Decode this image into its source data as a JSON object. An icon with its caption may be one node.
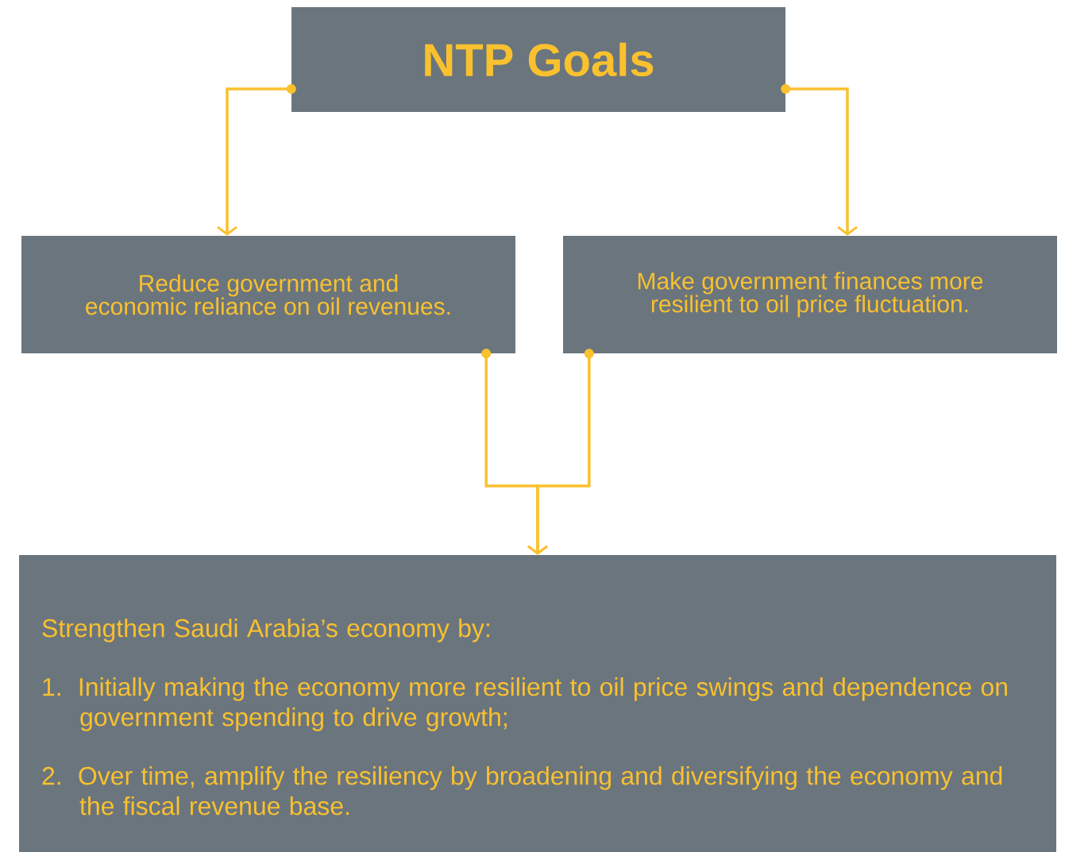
{
  "diagram": {
    "nodes": [
      {
        "text": [
          "NTP Goals"
        ]
      },
      {
        "text": [
          "Reduce government and economic reliance on oil revenues."
        ]
      },
      {
        "text": [
          "Make government finances more resilient to oil price fluctuation."
        ]
      },
      {
        "text": [
          "Strengthen Saudi Arabia’s economy by:",
          "1. Initially making the economy more resilient to oil price swings and dependence on government spending to drive growth;",
          "2. Over time, amplify the resiliency by broadening and diversifying the economy and the fiscal revenue base."
        ]
      }
    ],
    "edges": [
      {
        "from": 0,
        "to": 1,
        "arrow": "to"
      },
      {
        "from": 0,
        "to": 2,
        "arrow": "to"
      },
      {
        "from": 1,
        "to": 3,
        "arrow": "to"
      },
      {
        "from": 2,
        "to": 3,
        "arrow": "to"
      }
    ]
  }
}
